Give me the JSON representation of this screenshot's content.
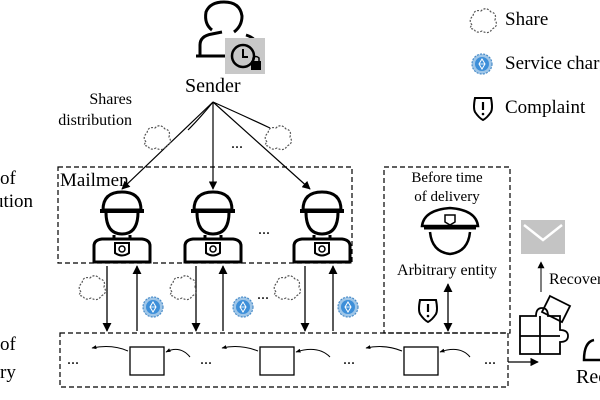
{
  "legend": {
    "share": "Share",
    "service_charge": "Service charge",
    "complaint": "Complaint"
  },
  "sender": {
    "label": "Sender"
  },
  "shares_distribution": {
    "line1": "Shares",
    "line2": "distribution"
  },
  "left_labels": {
    "top_line1": "of",
    "top_line2": "ution",
    "bottom_line1": "of",
    "bottom_line2": "ry"
  },
  "mailmen": {
    "label": "Mailmen"
  },
  "before_time": {
    "line1": "Before time",
    "line2": "of delivery"
  },
  "arbitrary_entity": {
    "label": "Arbitrary entity"
  },
  "recover": {
    "label": "Recover"
  },
  "receiver": {
    "label": "Rec"
  },
  "ellipsis": "...",
  "colors": {
    "stroke": "#000000",
    "service_charge_fill": "#3d8fd9",
    "service_charge_ring": "#9fc6e8",
    "envelope_fill": "#c4c4c4",
    "clock_badge_fill": "#c8c8c8"
  },
  "icons": [
    "user-icon",
    "clock-lock-icon",
    "mailman-icon",
    "share-icon",
    "coin-icon",
    "shield-exclamation-icon",
    "officer-icon",
    "envelope-icon",
    "puzzle-icon",
    "block-icon"
  ]
}
